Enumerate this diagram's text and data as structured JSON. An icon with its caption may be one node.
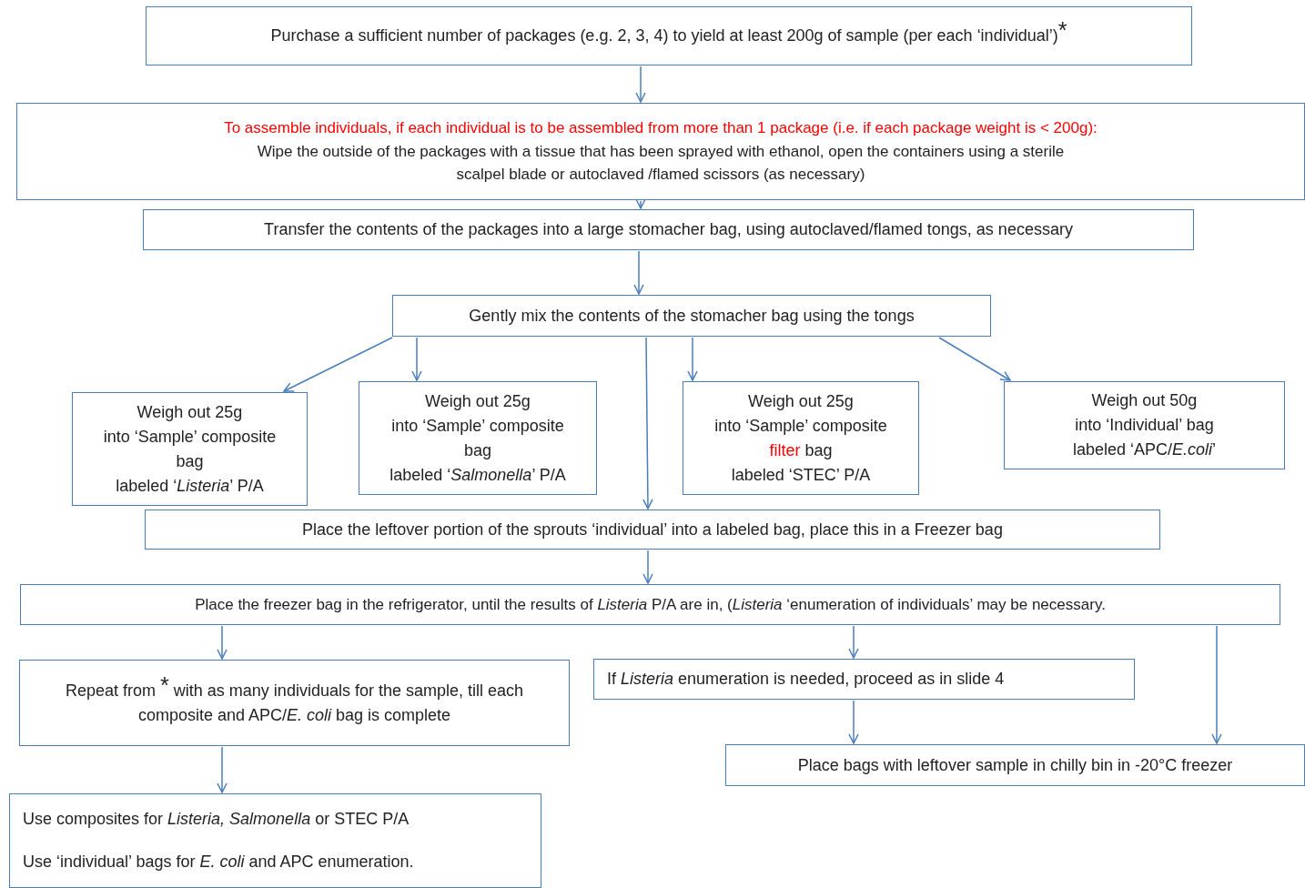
{
  "diagram": {
    "nodes": [
      {
        "text": [
          "Purchase a sufficient number of packages (e.g. 2, 3, 4) to yield at least 200g of sample (per each ‘individual’)$^{*}$"
        ]
      },
      {
        "text": [
          "To assemble individuals, if each individual is to be assembled from more than 1 package (i.e. if each package weight is < 200g):",
          "Wipe the outside of the packages with a tissue that has been sprayed with ethanol, open the containers using a sterile scalpel blade or autoclaved /flamed scissors (as necessary)"
        ]
      },
      {
        "text": [
          "Transfer the contents of the packages into a large stomacher bag, using autoclaved/flamed tongs, as necessary"
        ]
      },
      {
        "text": [
          "Gently mix the contents of the stomacher bag using the tongs"
        ]
      },
      {
        "text": [
          "Weigh out 25g",
          "into ‘Sample’ composite",
          "bag",
          "labeled ‘*Listeria*’ P/A"
        ]
      },
      {
        "text": [
          "Weigh out 25g",
          "into ‘Sample’ composite",
          "bag",
          "labeled ‘*Salmonella*’ P/A"
        ]
      },
      {
        "text": [
          "Weigh out 25g",
          "into ‘Sample’ composite",
          "filter bag",
          "labeled ‘STEC’ P/A"
        ]
      },
      {
        "text": [
          "Weigh out 50g",
          "into ‘Individual’ bag",
          "labeled ‘APC/*E.coli*’"
        ]
      },
      {
        "text": [
          "Place the leftover portion of the sprouts ‘individual’ into a labeled bag, place this in a Freezer bag"
        ]
      },
      {
        "text": [
          "Place the freezer bag in the refrigerator, until the results of *Listeria* P/A are in, (*Listeria* ‘enumeration of individuals’ may be necessary."
        ]
      },
      {
        "text": [
          "Repeat from $^{*}$ with as many individuals for the sample, till each composite and APC/*E. coli* bag is complete"
        ]
      },
      {
        "text": [
          "If *Listeria* enumeration is needed, proceed as in slide 4"
        ]
      },
      {
        "text": [
          "Place bags with leftover sample in chilly bin in -20°C freezer"
        ]
      },
      {
        "text": [
          "Use composites for *Listeria, Salmonella* or STEC P/A",
          "Use ‘individual’ bags for *E. coli*  and APC enumeration."
        ]
      }
    ],
    "edges": [
      {
        "from": 0,
        "to": 1,
        "arrow": "to"
      },
      {
        "from": 1,
        "to": 2,
        "arrow": "to"
      },
      {
        "from": 2,
        "to": 3,
        "arrow": "to"
      },
      {
        "from": 3,
        "to": 4,
        "arrow": "to"
      },
      {
        "from": 3,
        "to": 5,
        "arrow": "to"
      },
      {
        "from": 3,
        "to": 8,
        "arrow": "to"
      },
      {
        "from": 3,
        "to": 6,
        "arrow": "to"
      },
      {
        "from": 3,
        "to": 7,
        "arrow": "to"
      },
      {
        "from": 8,
        "to": 9,
        "arrow": "to"
      },
      {
        "from": 9,
        "to": 10,
        "arrow": "to"
      },
      {
        "from": 9,
        "to": 11,
        "arrow": "to"
      },
      {
        "from": 9,
        "to": 12,
        "arrow": "to"
      },
      {
        "from": 11,
        "to": 12,
        "arrow": "to"
      },
      {
        "from": 10,
        "to": 13,
        "arrow": "to"
      }
    ]
  }
}
